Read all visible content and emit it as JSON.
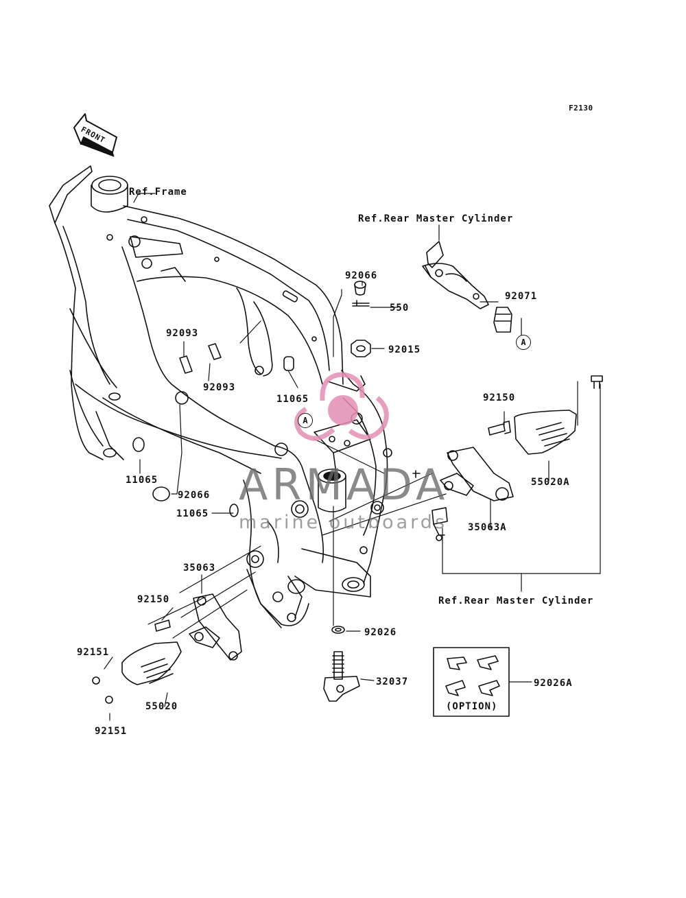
{
  "figure_code": "F2130",
  "front_label": "FRONT",
  "labels": {
    "ref_frame": "Ref.Frame",
    "ref_rear_master_cylinder_top": "Ref.Rear Master Cylinder",
    "ref_rear_master_cylinder_bottom": "Ref.Rear Master Cylinder",
    "p92066_top": "92066",
    "p550": "550",
    "p92015": "92015",
    "p92071": "92071",
    "p92093_a": "92093",
    "p92093_b": "92093",
    "p11065_a": "11065",
    "p11065_b": "11065",
    "p11065_c": "11065",
    "p92066_left": "92066",
    "p92150_right": "92150",
    "p55020A": "55020A",
    "p35063A": "35063A",
    "p35063": "35063",
    "p92150_left": "92150",
    "p92151_a": "92151",
    "p92151_b": "92151",
    "p55020": "55020",
    "p92026": "92026",
    "p32037": "32037",
    "p92026A": "92026A",
    "option": "(OPTION)"
  },
  "callout": "A",
  "watermark": {
    "name": "ARMADA",
    "tagline": "marine outboards",
    "accent_color": "#e58fb4"
  }
}
